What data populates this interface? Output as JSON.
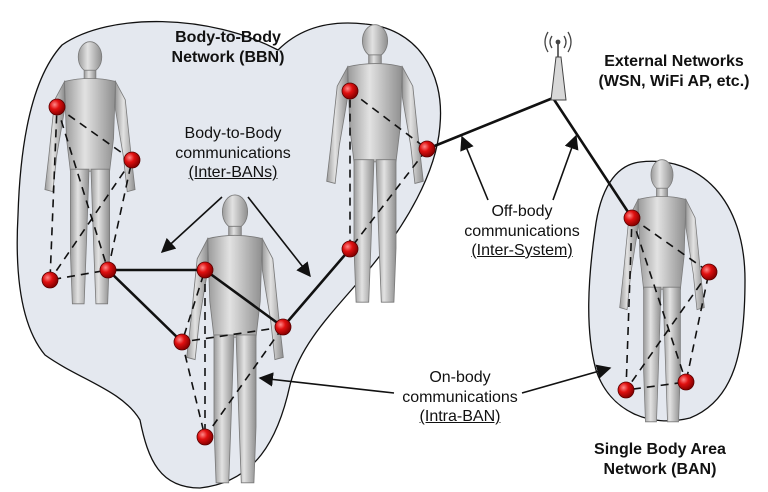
{
  "labels": {
    "bbn_title": [
      "Body-to-Body",
      "Network (BBN)"
    ],
    "inter_ban": [
      "Body-to-Body",
      "communications",
      "(Inter-BANs)"
    ],
    "external": [
      "External Networks",
      "(WSN, WiFi AP, etc.)"
    ],
    "off_body": [
      "Off-body",
      "communications",
      "(Inter-System)"
    ],
    "on_body": [
      "On-body",
      "communications",
      "(Intra-BAN)"
    ],
    "single_ban": [
      "Single Body Area",
      "Network (BAN)"
    ]
  },
  "icons": [
    "antenna-icon",
    "human-figure-icon",
    "sensor-node-icon"
  ],
  "colors": {
    "node": "#e01010",
    "region_fill": "#e4e8ef",
    "region_stroke": "#111111",
    "figure": "#c9c9c9"
  }
}
